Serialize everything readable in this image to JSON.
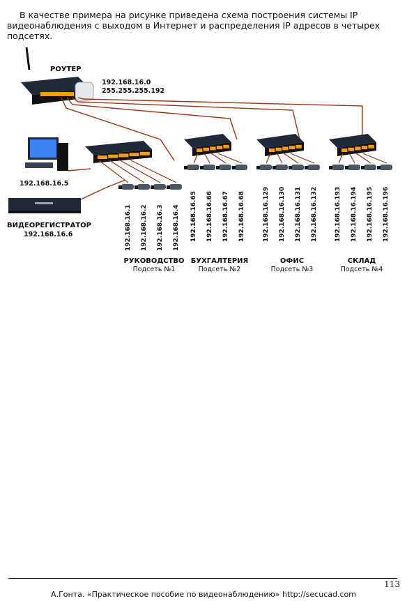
{
  "intro_text": "В качестве примера на рисунке приведена схема построения системы IP видеонаблюдения с выходом в Интернет и распределения IP адресов в четырех подсетях.",
  "router": {
    "label": "РОУТЕР",
    "ip": "192.168.16.0",
    "mask": "255.255.255.192"
  },
  "computer": {
    "ip": "192.168.16.5"
  },
  "dvr": {
    "label": "ВИДЕОРЕГИСТРАТОР",
    "ip": "192.168.16.6"
  },
  "subnets": [
    {
      "name": "РУКОВОДСТВО",
      "num": "Подсеть №1",
      "cams": [
        "192.168.16.1",
        "192.168.16.2",
        "192.168.16.3",
        "192.168.16.4"
      ]
    },
    {
      "name": "БУХГАЛТЕРИЯ",
      "num": "Подсеть №2",
      "cams": [
        "192.168.16.65",
        "192.168.16.66",
        "192.168.16.67",
        "192.168.16.68"
      ]
    },
    {
      "name": "ОФИС",
      "num": "Подсеть №3",
      "cams": [
        "192.168.16.129",
        "192.168.16.130",
        "192.168.16.131",
        "192.168.16.132"
      ]
    },
    {
      "name": "СКЛАД",
      "num": "Подсеть №4",
      "cams": [
        "192.168.16.193",
        "192.168.16.194",
        "192.168.16.195",
        "192.168.16.196"
      ]
    }
  ],
  "colors": {
    "cable": "#9a3412",
    "device": "#1f2937",
    "port": "#f59e0b"
  },
  "page_number": "113",
  "footer": "А.Гонта. «Практическое пособие по видеонаблюдению» http://secucad.com"
}
